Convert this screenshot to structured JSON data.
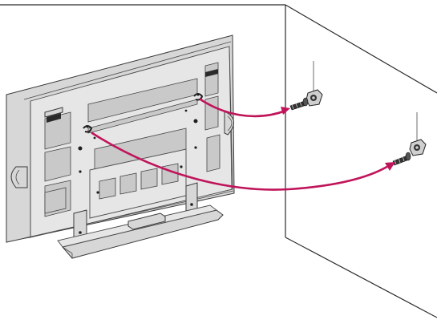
{
  "diagram": {
    "colors": {
      "arrow": "#c0145a",
      "outline": "#2b2b2b",
      "tv_body": "#d7d7d7",
      "wall_line": "#3a3a3a"
    },
    "parts": [
      "wall-corner",
      "tv-back-panel",
      "tv-stand",
      "tv-hook-left",
      "tv-hook-right",
      "wall-bracket-upper",
      "wall-bracket-lower",
      "connection-arrow-upper",
      "connection-arrow-lower"
    ]
  }
}
